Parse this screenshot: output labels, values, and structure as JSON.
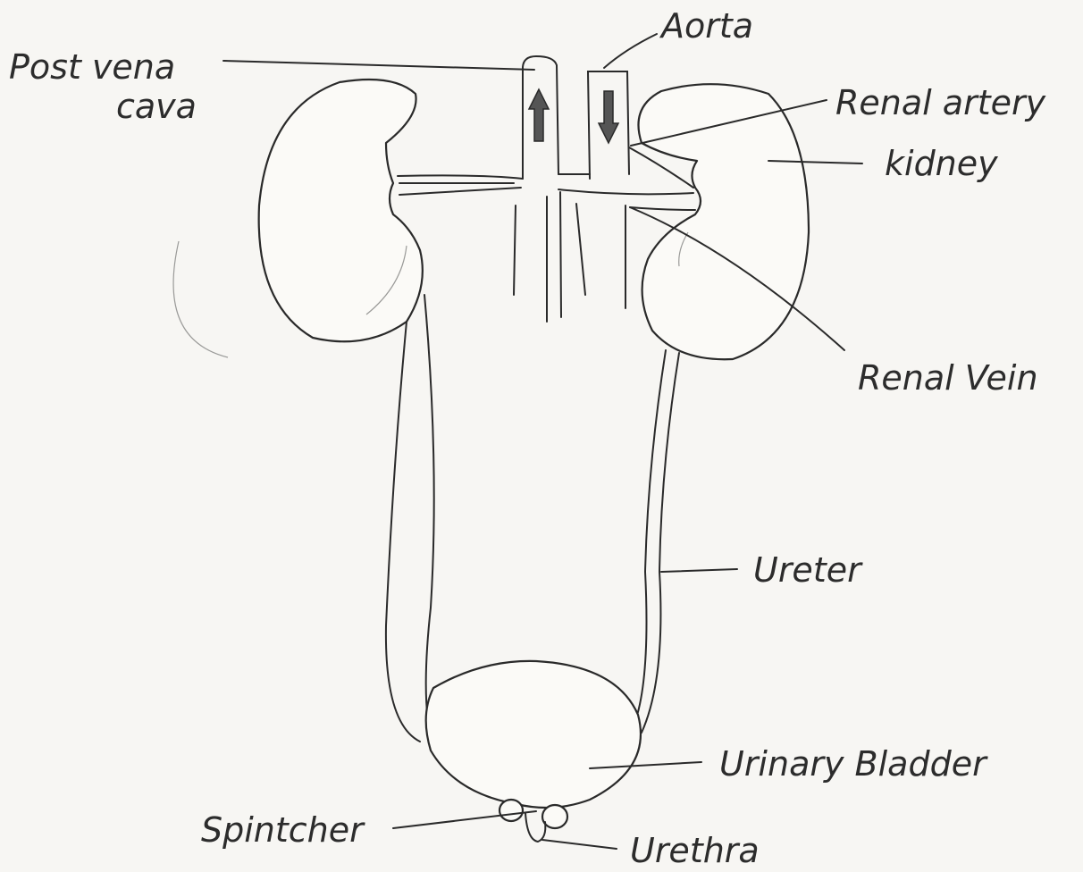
{
  "labels": {
    "post_vena_cava_line1": "Post vena",
    "post_vena_cava_line2": "cava",
    "aorta": "Aorta",
    "renal_artery": "Renal artery",
    "kidney": "kidney",
    "renal_vein": "Renal Vein",
    "ureter": "Ureter",
    "urinary_bladder": "Urinary Bladder",
    "spintcher": "Spintcher",
    "urethra": "Urethra"
  },
  "colors": {
    "ink": "#2a2a2a",
    "paper": "#f7f6f3",
    "arrow_fill": "#555555"
  }
}
